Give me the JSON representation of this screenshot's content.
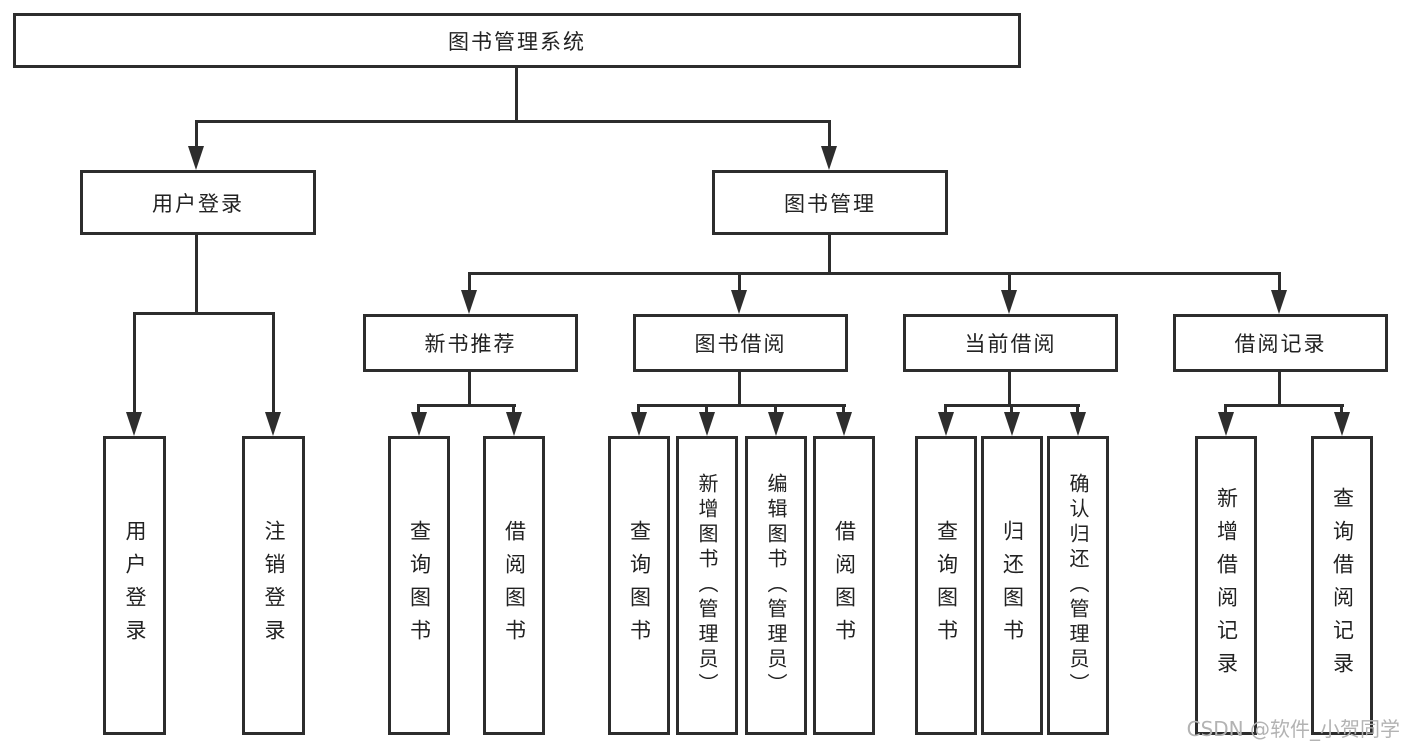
{
  "nodes": {
    "root": "图书管理系统",
    "user_login": "用户登录",
    "book_mgmt": "图书管理",
    "new_book": "新书推荐",
    "book_borrow": "图书借阅",
    "current_borrow": "当前借阅",
    "borrow_record": "借阅记录"
  },
  "leaves": {
    "user_login": [
      "用户登录",
      "注销登录"
    ],
    "new_book": [
      "查询图书",
      "借阅图书"
    ],
    "book_borrow": [
      "查询图书",
      "新增图书（管理员）",
      "编辑图书（管理员）",
      "借阅图书"
    ],
    "current_borrow": [
      "查询图书",
      "归还图书",
      "确认归还（管理员）"
    ],
    "borrow_record": [
      "新增借阅记录",
      "查询借阅记录"
    ]
  },
  "watermark": "CSDN @软件_小贺同学",
  "colors": {
    "line": "#2d2d2d",
    "text": "#222222",
    "watermark": "#b3b3b3",
    "background": "#ffffff"
  }
}
